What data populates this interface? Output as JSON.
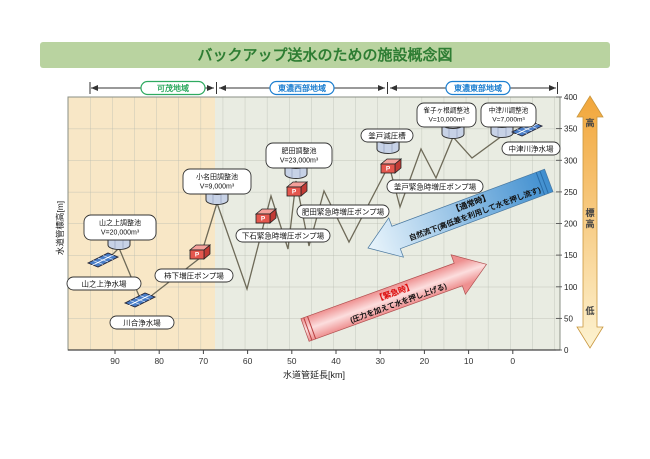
{
  "title": "バックアップ送水のための施設概念図",
  "regions": [
    {
      "label": "可茂地域"
    },
    {
      "label": "東濃西部地域"
    },
    {
      "label": "東濃東部地域"
    }
  ],
  "y_axis": {
    "label": "水道管標高[m]",
    "ticks": [
      "400",
      "350",
      "300",
      "250",
      "200",
      "150",
      "100",
      "50",
      "0"
    ]
  },
  "x_axis": {
    "label": "水道管延長[km]",
    "ticks": [
      "90",
      "80",
      "70",
      "60",
      "50",
      "40",
      "30",
      "20",
      "10",
      "0"
    ]
  },
  "elevation_scale": {
    "top": "高",
    "mid1": "標",
    "mid2": "高",
    "bottom": "低"
  },
  "pump_letter": "P",
  "facilities": {
    "yamanoue_tank": {
      "name": "山之上調整池",
      "volume": "V=20,000m³"
    },
    "onada_tank": {
      "name": "小名田調整池",
      "volume": "V=9,000m³"
    },
    "hida_tank": {
      "name": "肥田調整池",
      "volume": "V=23,000m³"
    },
    "suzumegane_tank": {
      "name": "雀子ヶ根調整池",
      "volume": "V=10,000m³"
    },
    "nakatsugawa_tank": {
      "name": "中津川調整池",
      "volume": "V=7,000m³"
    },
    "kamado_tank": {
      "name": "釜戸減圧槽"
    },
    "yamanoue_plant": {
      "name": "山之上浄水場"
    },
    "kawai_plant": {
      "name": "川合浄水場"
    },
    "nakatsugawa_plant": {
      "name": "中津川浄水場"
    },
    "kakishita_pump": {
      "name": "柿下増圧ポンプ場"
    },
    "oroshi_pump": {
      "name": "下石緊急時増圧ポンプ場"
    },
    "hida_pump": {
      "name": "肥田緊急時増圧ポンプ場"
    },
    "kamado_pump": {
      "name": "釜戸緊急時増圧ポンプ場"
    }
  },
  "flow_arrows": {
    "normal": {
      "line1": "【通常時】",
      "line2": "自然流下(高低差を利用して水を押し流す)"
    },
    "emergency": {
      "line1": "【緊急時】",
      "line2": "(圧力を加えて水を押し上げる)"
    }
  },
  "colors": {
    "title_bg": "#b9d3a0",
    "title_text": "#2e7d33",
    "kamo_green": "#2faa60",
    "tono_blue": "#1d7fd0",
    "beige": "#f8e7c6",
    "plot_green": "#e9ece2",
    "normal_arrow_blue": "#3f8ecf",
    "emergency_arrow_red": "#ee9090",
    "emergency_text_red": "#dd1111",
    "elevation_orange": "#f2a63a"
  }
}
